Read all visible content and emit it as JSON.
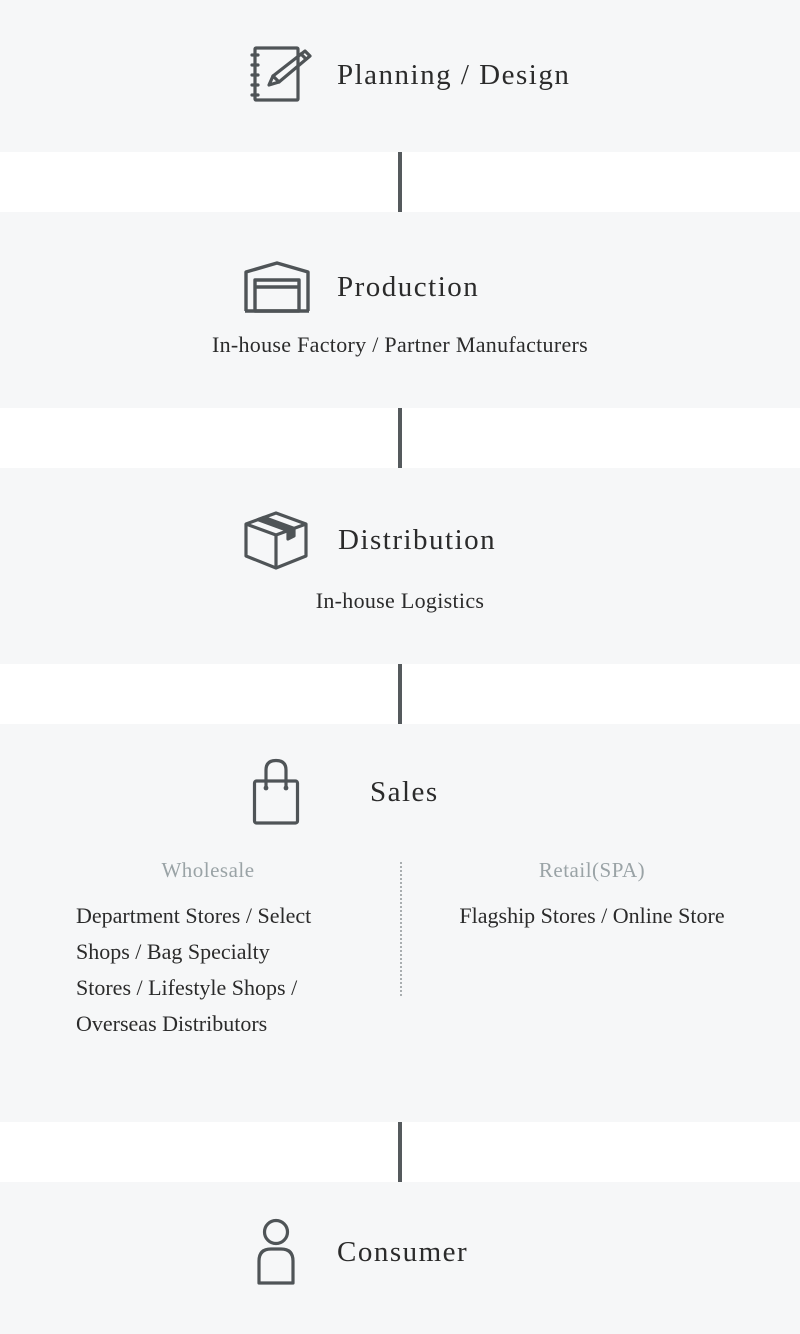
{
  "flow": {
    "planning": {
      "title": "Planning / Design",
      "icon": "notebook-pencil-icon"
    },
    "production": {
      "title": "Production",
      "subtitle": "In-house Factory / Partner Manufacturers",
      "icon": "factory-icon"
    },
    "distribution": {
      "title": "Distribution",
      "subtitle": "In-house Logistics",
      "icon": "package-box-icon"
    },
    "sales": {
      "title": "Sales",
      "icon": "shopping-bag-icon",
      "wholesale": {
        "heading": "Wholesale",
        "text": "Department Stores / Select Shops / Bag Specialty Stores / Lifestyle Shops / Overseas Distributors"
      },
      "retail": {
        "heading": "Retail(SPA)",
        "text": "Flagship Stores / Online Store"
      }
    },
    "consumer": {
      "title": "Consumer",
      "icon": "person-icon"
    }
  },
  "colors": {
    "panel_background": "#f6f7f8",
    "connector": "#555a5d",
    "icon_stroke": "#4f5457",
    "text": "#2b2b2b",
    "column_heading": "#9aa3a6"
  }
}
